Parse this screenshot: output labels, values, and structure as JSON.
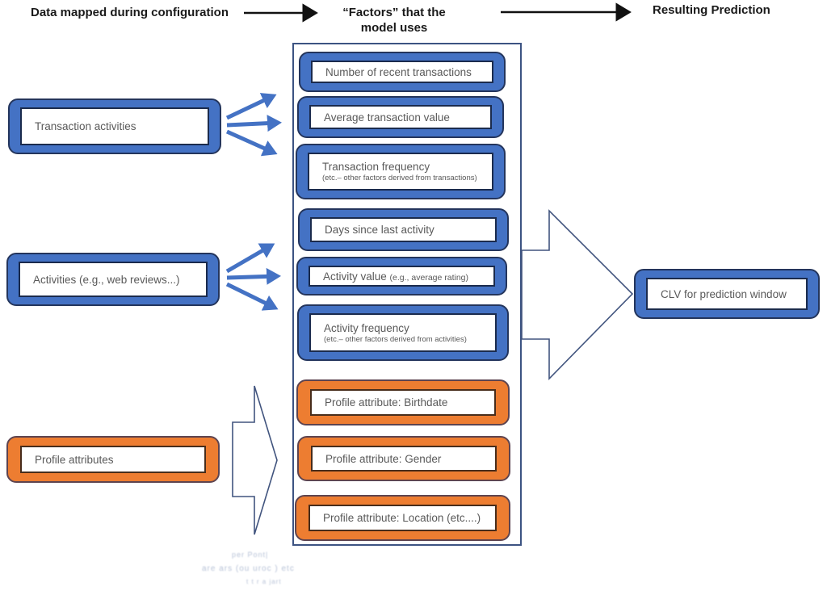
{
  "header": {
    "col1": "Data mapped during configuration",
    "col2_line1": "“Factors” that the",
    "col2_line2": "model uses",
    "col3": "Resulting Prediction"
  },
  "sources": [
    {
      "label": "Transaction activities",
      "color": "blue"
    },
    {
      "label": "Activities (e.g., web reviews...)",
      "color": "blue"
    },
    {
      "label": "Profile attributes",
      "color": "orange"
    }
  ],
  "factors": [
    {
      "label": "Number of recent transactions",
      "color": "blue"
    },
    {
      "label": "Average transaction value",
      "color": "blue"
    },
    {
      "label": "Transaction frequency",
      "sub": "(etc.– other factors derived from transactions)",
      "color": "blue"
    },
    {
      "label": "Days since last activity",
      "color": "blue"
    },
    {
      "label": "Activity value",
      "inline_sub": "(e.g., average rating)",
      "color": "blue"
    },
    {
      "label": "Activity frequency",
      "sub": "(etc.– other factors derived from activities)",
      "color": "blue"
    },
    {
      "label": "Profile attribute: Birthdate",
      "color": "orange"
    },
    {
      "label": "Profile attribute: Gender",
      "color": "orange"
    },
    {
      "label": "Profile attribute: Location (etc....)",
      "color": "orange"
    }
  ],
  "prediction": {
    "label": "CLV for prediction window"
  },
  "artifact_text": {
    "line1": "per Pont|",
    "line2": "are ars (ou uroc    ) etc",
    "line3": "t t r a jart"
  },
  "colors": {
    "blue_fill": "#4472C4",
    "blue_outer_border": "#24355C",
    "blue_inner_border": "#1B2B4D",
    "orange_fill": "#ED7D31",
    "orange_outer_border": "#5D4450",
    "orange_inner_border": "#472D1C",
    "container_border": "#3C5382",
    "fan_arrow": "#4472C4",
    "block_arrow_outline": "#41547E",
    "header_arrow": "#111111",
    "box_text": "#595959",
    "header_text": "#1A1A1A"
  }
}
